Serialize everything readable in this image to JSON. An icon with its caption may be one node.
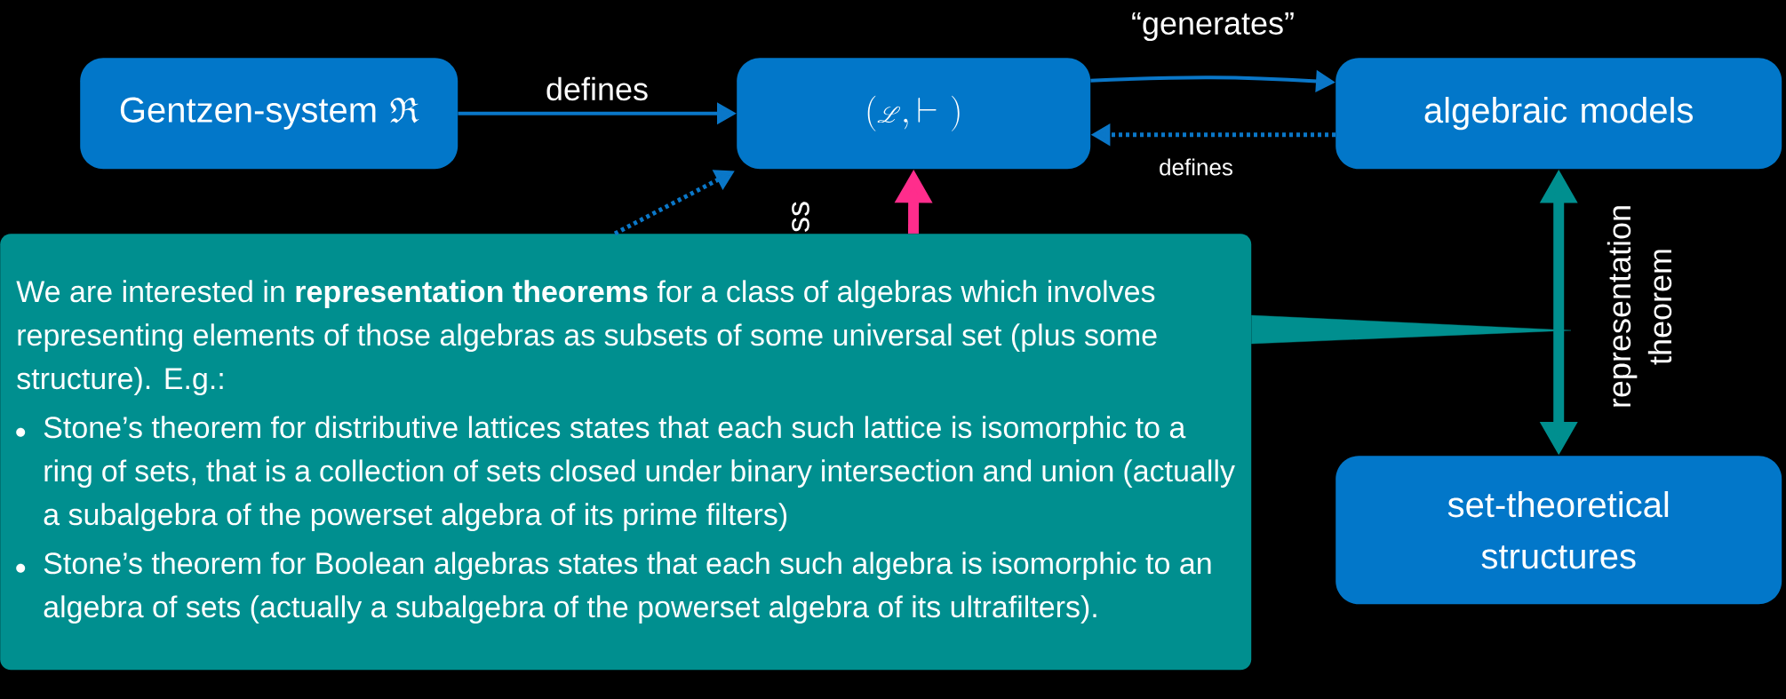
{
  "diagram": {
    "nodes": [
      {
        "text": [
          "Gentzen-system",
          "\\mathfrak{R}"
        ]
      },
      {
        "text": [
          "(\\mathscr{L}, \\vdash\\ )"
        ]
      },
      {
        "text": [
          "algebraic models"
        ]
      },
      {
        "text": [
          "set-theoretical structures"
        ]
      },
      {
        "text": [
          "We are interested in **representation theorems** for a class of algebras which involves representing elements of those algebras as subsets of some universal set (plus some structure). E.g.:",
          "Stone’s theorem for distributive lattices states that each such lattice is isomorphic to a ring of sets, that is a collection of sets closed under binary intersection and union (actually a subalgebra of the powerset algebra of its prime filters)",
          "Stone’s theorem for Boolean algebras states that each such algebra is isomorphic to an algebra of sets (actually a subalgebra of the powerset algebra of its ultrafilters)."
        ]
      }
    ],
    "edges": [
      {
        "from": 0,
        "to": 1,
        "arrow": "to",
        "label": "defines"
      },
      {
        "from": 1,
        "to": 2,
        "arrow": "to",
        "label": "“generates”"
      },
      {
        "from": 2,
        "to": 1,
        "arrow": "to",
        "label": "defines",
        "style": "dashed"
      },
      {
        "from": 4,
        "to": 1,
        "arrow": "to",
        "style": "dashed"
      },
      {
        "from": 4,
        "to": 1,
        "arrow": "to",
        "style": "thick",
        "color": "#ff2d8c"
      },
      {
        "from": 2,
        "to": 3,
        "arrow": "both",
        "label": "representation theorem",
        "style": "thick",
        "color": "#008f8f"
      },
      {
        "from": 4,
        "to": null,
        "arrow": "to",
        "color": "#008f8f"
      }
    ],
    "labels": [
      "ss"
    ]
  }
}
